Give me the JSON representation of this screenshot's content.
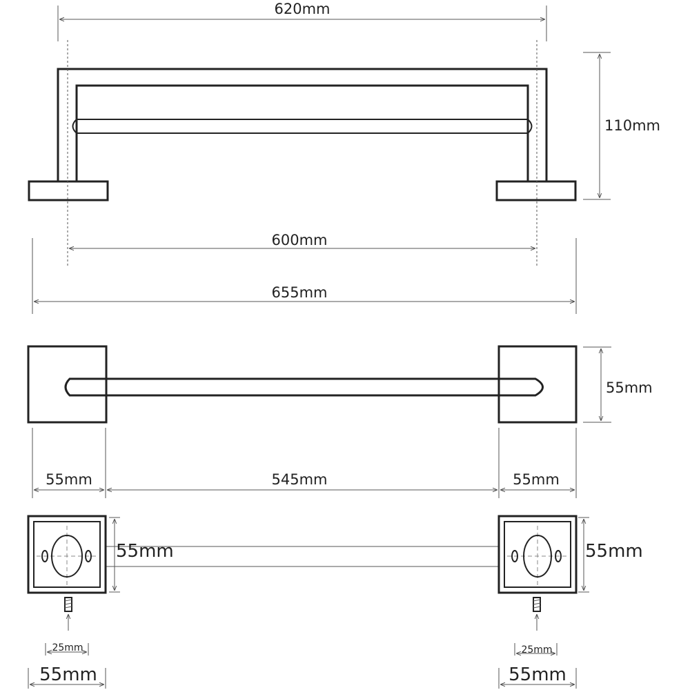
{
  "dimensions": {
    "top_width": "620mm",
    "height": "110mm",
    "inner_span": "600mm",
    "overall_width": "655mm",
    "plate_height": "55mm",
    "left_plate_width": "55mm",
    "bar_length": "545mm",
    "right_plate_width": "55mm",
    "left_plate_side": "55mm",
    "right_plate_side": "55mm",
    "left_screw": "25mm",
    "right_screw": "25mm",
    "left_plate_bottom": "55mm",
    "right_plate_bottom": "55mm"
  },
  "colors": {
    "line": "#222222",
    "dimension": "#555555"
  }
}
